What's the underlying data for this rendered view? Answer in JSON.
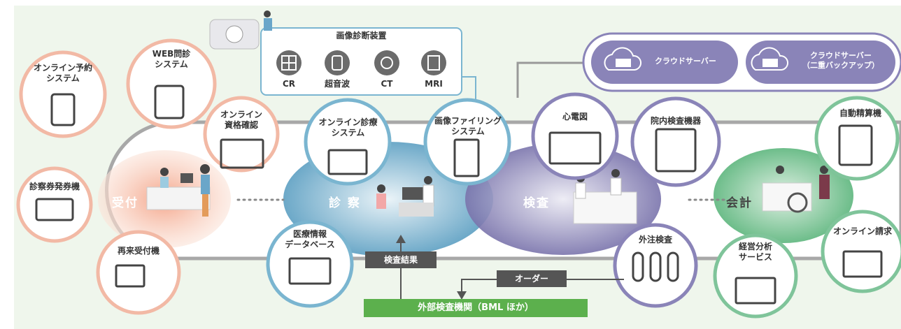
{
  "zones": {
    "uketsuke": "受付",
    "shinsatsu": "診 察",
    "kensa": "検査",
    "kaikei": "会計"
  },
  "imaging": {
    "title": "画像診断装置",
    "devices": [
      "CR",
      "超音波",
      "CT",
      "MRI"
    ]
  },
  "cloud": {
    "primary": "クラウドサーバー",
    "backup": "クラウドサーバー\n（二重バックアップ）"
  },
  "circles": {
    "online_reserve": "オンライン予約\nシステム",
    "web_monshin": "WEB問診\nシステム",
    "online_shikaku": "オンライン\n資格確認",
    "shinsatsuken": "診察券発券機",
    "saiurai": "再来受付機",
    "online_shinryo": "オンライン診療\nシステム",
    "filing": "画像ファイリング\nシステム",
    "iryo_db": "医療情報\nデータベース",
    "ecg": "心電図",
    "innai": "院内検査機器",
    "gaichu": "外注検査",
    "keiei": "経営分析\nサービス",
    "jido": "自動精算機",
    "online_seikyu": "オンライン請求"
  },
  "flows": {
    "result": "検査結果",
    "order": "オーダー",
    "lab": "外部検査機関（BML ほか）"
  },
  "colors": {
    "peach": "#f2b9a5",
    "teal": "#5aa0c4",
    "purple": "#8a84b8",
    "green": "#7fc49a",
    "bg": "#eff6ec"
  }
}
